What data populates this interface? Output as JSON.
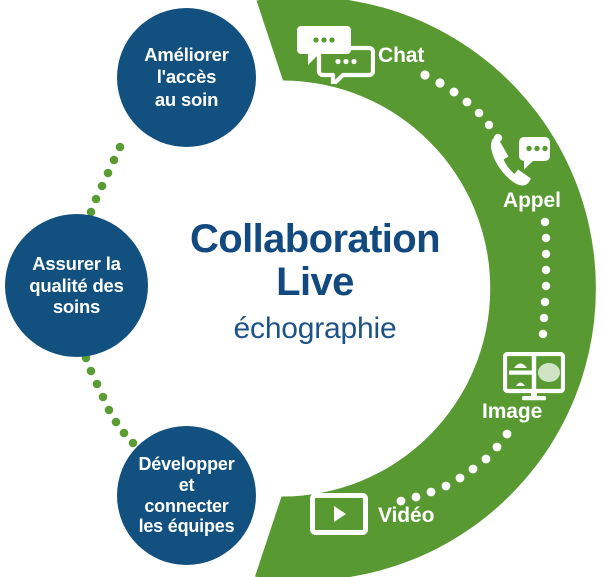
{
  "colors": {
    "green": "#589a31",
    "blue": "#11507f",
    "title_blue": "#124a80",
    "white": "#ffffff"
  },
  "center": {
    "title": "Collaboration\nLive",
    "subtitle": "échographie"
  },
  "pillars": [
    {
      "id": "ameliorer-acces-au-soin",
      "label": "Améliorer\nl'accès\nau soin"
    },
    {
      "id": "assurer-qualite-des-soins",
      "label": "Assurer la\nqualité des\nsoins"
    },
    {
      "id": "developper-connecter-equipes",
      "label": "Développer\net\nconnecter\nles équipes"
    }
  ],
  "features": [
    {
      "id": "chat",
      "label": "Chat",
      "icon": "chat-bubbles-icon"
    },
    {
      "id": "appel",
      "label": "Appel",
      "icon": "phone-call-icon"
    },
    {
      "id": "image",
      "label": "Image",
      "icon": "monitor-ultrasound-image-icon"
    },
    {
      "id": "video",
      "label": "Vidéo",
      "icon": "video-play-icon"
    }
  ]
}
